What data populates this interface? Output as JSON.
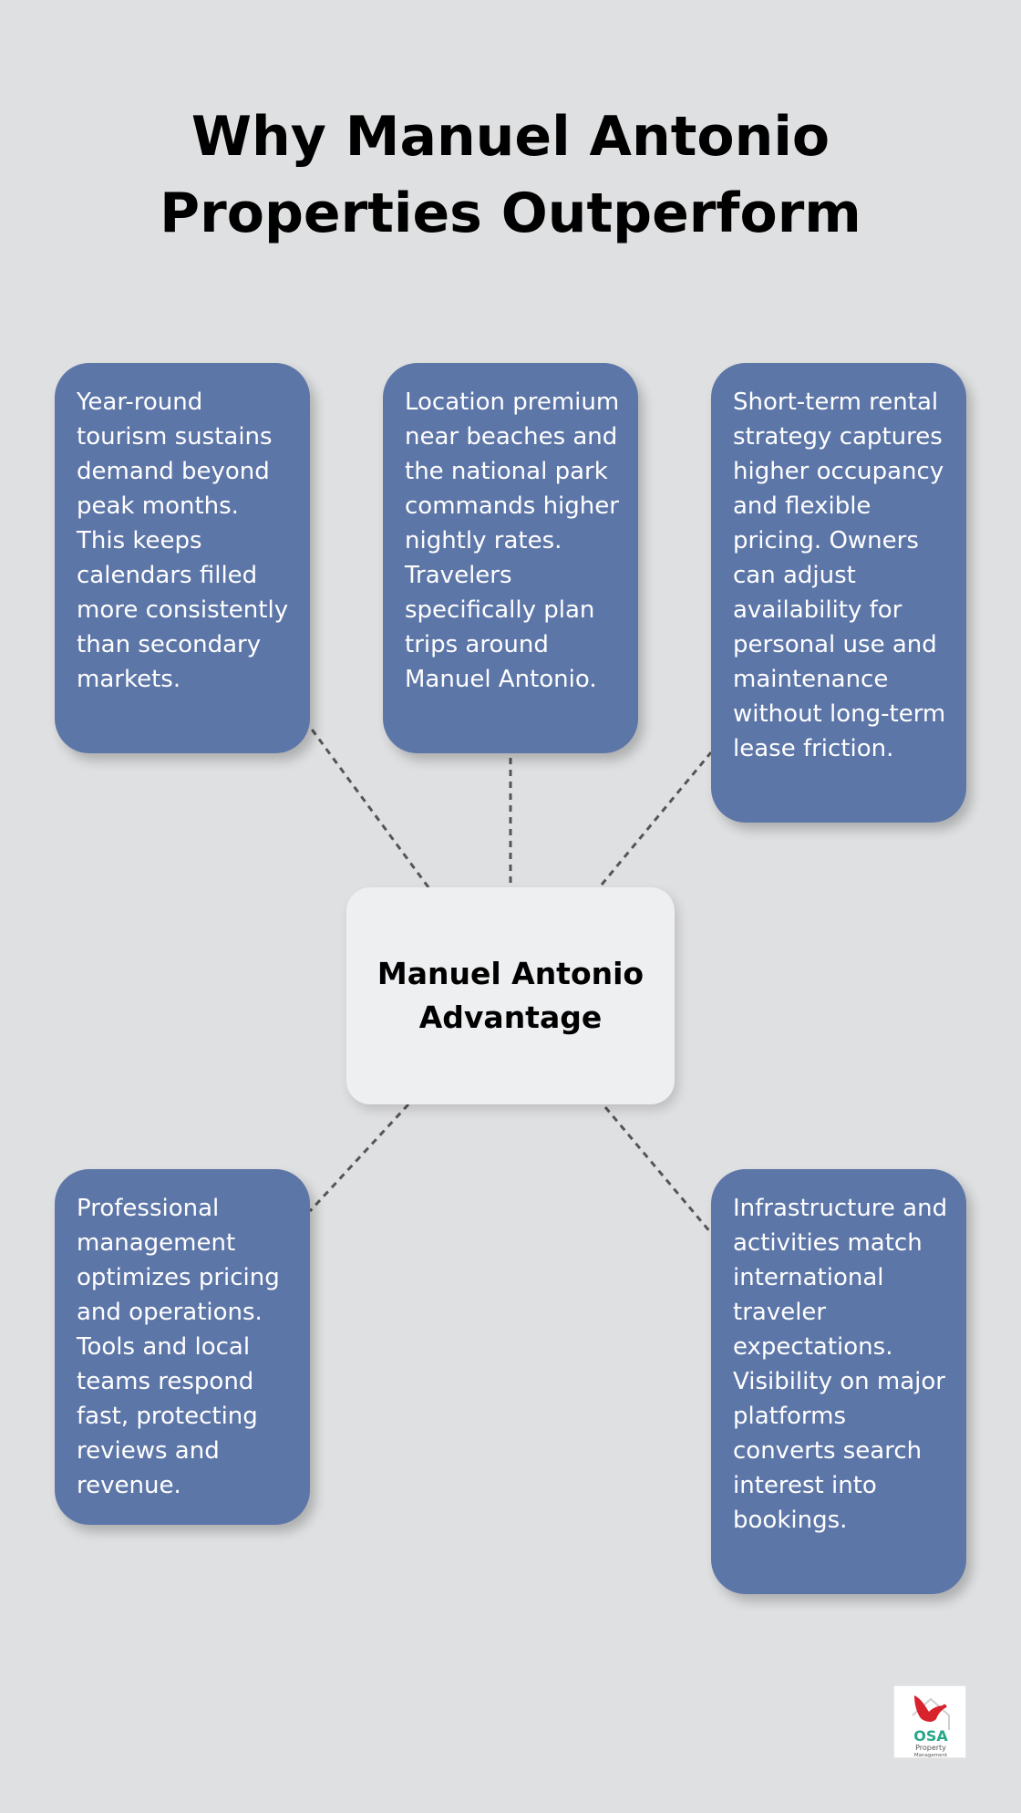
{
  "diagram": {
    "title_lines": [
      "Why Manuel Antonio",
      "Properties Outperform"
    ],
    "center": {
      "label": "Manuel Antonio Advantage"
    },
    "nodes": [
      {
        "id": "tourism",
        "text": "Year-round tourism sustains demand beyond peak months. This keeps calendars filled more consistently than secondary markets."
      },
      {
        "id": "location",
        "text": "Location premium near beaches and the national park commands higher nightly rates. Travelers specifically plan trips around Manuel Antonio."
      },
      {
        "id": "short-term",
        "text": "Short-term rental strategy captures higher occupancy and flexible pricing. Owners can adjust availability for personal use and maintenance without long-term lease friction."
      },
      {
        "id": "management",
        "text": "Professional management optimizes pricing and operations. Tools and local teams respond fast, protecting reviews and revenue."
      },
      {
        "id": "infrastructure",
        "text": "Infrastructure and activities match international traveler expectations. Visibility on major platforms converts search interest into bookings."
      }
    ],
    "edges": [
      {
        "from": "center",
        "to": "tourism",
        "style": "dashed"
      },
      {
        "from": "center",
        "to": "location",
        "style": "dashed"
      },
      {
        "from": "center",
        "to": "short-term",
        "style": "dashed"
      },
      {
        "from": "center",
        "to": "management",
        "style": "dashed"
      },
      {
        "from": "center",
        "to": "infrastructure",
        "style": "dashed"
      }
    ]
  },
  "logo": {
    "icon": "bird-house-icon",
    "wordmark": "OSA",
    "line1": "Property",
    "line2": "Management"
  },
  "colors": {
    "background": "#dfe0e1",
    "card": "#5d76a8",
    "center_box": "#eeeff1",
    "connector": "#555555"
  }
}
